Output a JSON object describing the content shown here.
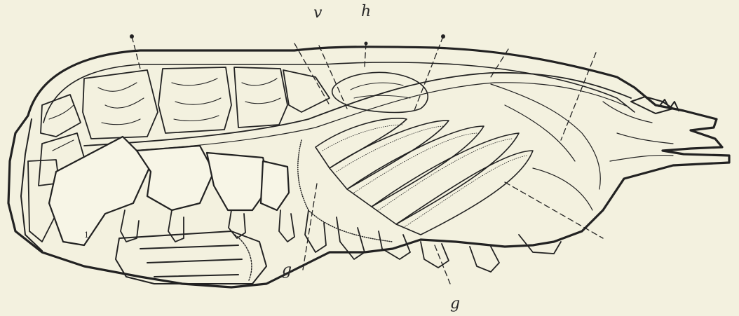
{
  "figure": {
    "labels": {
      "v": "v",
      "h": "h",
      "g_left": "g",
      "g_bottom": "g",
      "small_mark": "1"
    }
  }
}
